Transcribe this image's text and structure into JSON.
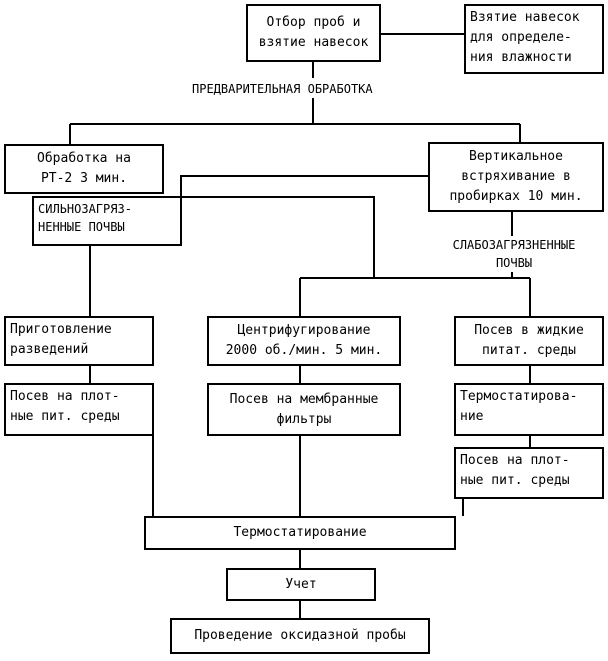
{
  "nodes": {
    "sampling": "Отбор проб и\nвзятие навесок",
    "moisture": "Взятие навесок\nдля определе-\nния влажности",
    "rt2": "Обработка на\nРТ-2 3 мин.",
    "shake": "Вертикальное\nвстряхивание в\nпробирках 10 мин.",
    "dilutions": "Приготовление\nразведений",
    "centrifuge": "Центрифугирование\n2000 об./мин. 5 мин.",
    "liquid_media": "Посев в жидкие\nпитат. среды",
    "solid_left": "Посев на плот-\nные пит. среды",
    "membrane": "Посев на мембранные\nфильтры",
    "thermo_right": "Термостатирова-\nние",
    "solid_right": "Посев на плот-\nные пит. среды",
    "thermo_main": "Термостатирование",
    "count": "Учет",
    "oxidase": "Проведение оксидазной пробы"
  },
  "labels": {
    "pretreatment": "ПРЕДВАРИТЕЛЬНАЯ ОБРАБОТКА",
    "heavily_polluted": "СИЛЬНОЗАГРЯЗ-\nНЕННЫЕ ПОЧВЫ",
    "lightly_polluted": "СЛАБОЗАГРЯЗНЕННЫЕ\nПОЧВЫ"
  }
}
